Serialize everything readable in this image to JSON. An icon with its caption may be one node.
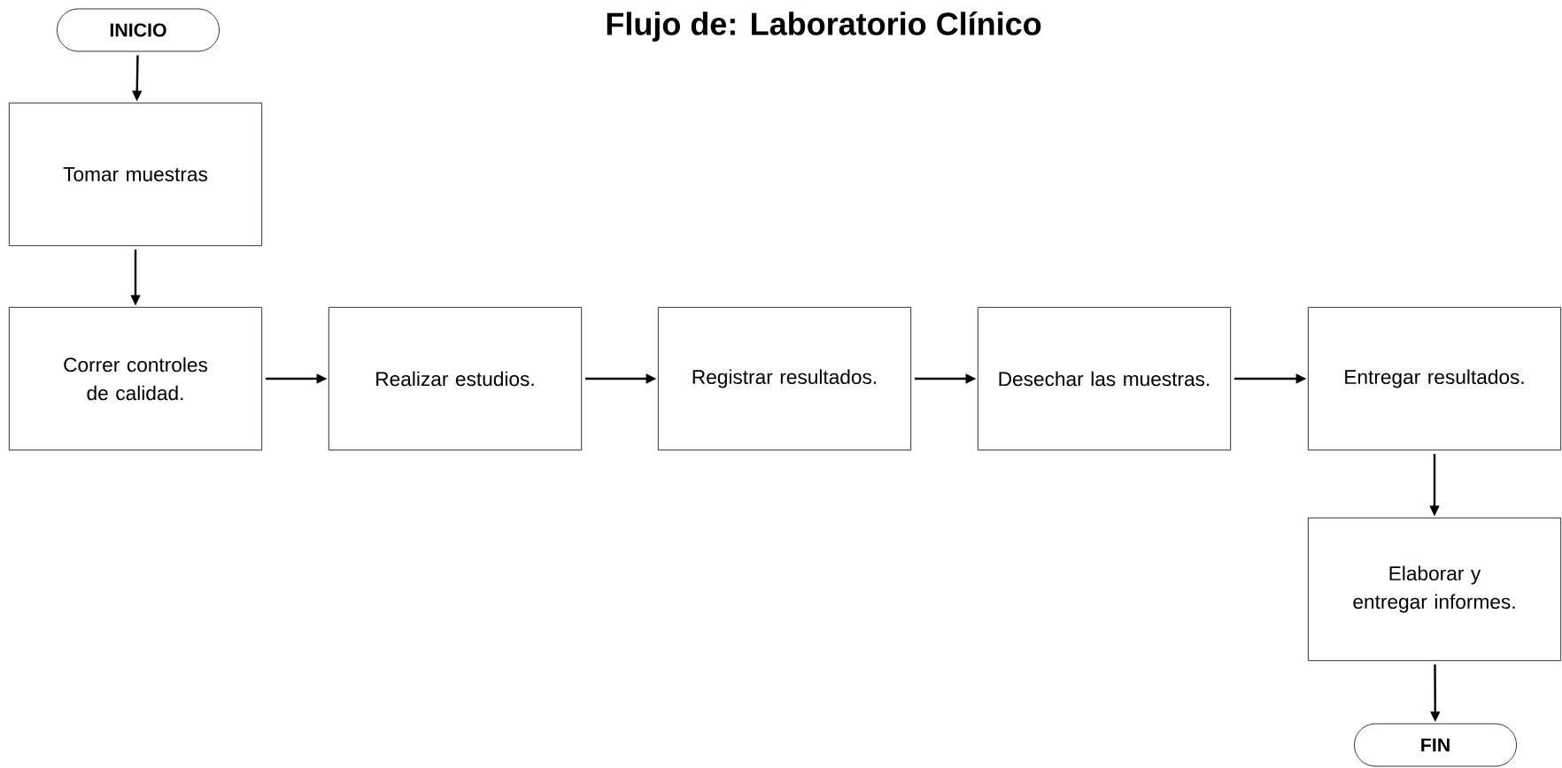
{
  "diagram": {
    "title": "Flujo de:  Laboratorio Clínico",
    "nodes": [
      {
        "text": [
          "INICIO"
        ]
      },
      {
        "text": [
          "Tomar muestras"
        ]
      },
      {
        "text": [
          "Correr controles de calidad."
        ]
      },
      {
        "text": [
          "Realizar estudios."
        ]
      },
      {
        "text": [
          "Registrar resultados."
        ]
      },
      {
        "text": [
          "Desechar las muestras."
        ]
      },
      {
        "text": [
          "Entregar resultados."
        ]
      },
      {
        "text": [
          "Elaborar y entregar informes."
        ]
      },
      {
        "text": [
          "FIN"
        ]
      }
    ],
    "edges": [
      {
        "from": 0,
        "to": 1,
        "arrow": "to"
      },
      {
        "from": 1,
        "to": 2,
        "arrow": "to"
      },
      {
        "from": 2,
        "to": 3,
        "arrow": "to"
      },
      {
        "from": 3,
        "to": 4,
        "arrow": "to"
      },
      {
        "from": 4,
        "to": 5,
        "arrow": "to"
      },
      {
        "from": 5,
        "to": 6,
        "arrow": "to"
      },
      {
        "from": 6,
        "to": 7,
        "arrow": "to"
      },
      {
        "from": 7,
        "to": 8,
        "arrow": "to"
      }
    ]
  }
}
